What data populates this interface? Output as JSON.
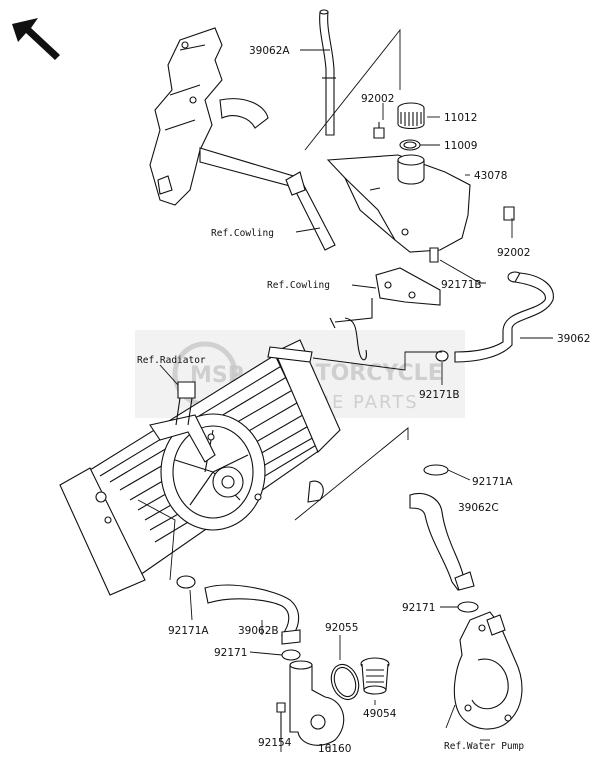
{
  "part_labels": {
    "p39062A": "39062A",
    "p92002a": "92002",
    "p11012": "11012",
    "p11009": "11009",
    "p43078": "43078",
    "p92002b": "92002",
    "p92171B_top": "92171B",
    "p39062": "39062",
    "p92171B_mid": "92171B",
    "p92171A_right": "92171A",
    "p39062C": "39062C",
    "p92171_right": "92171",
    "p92171A_left": "92171A",
    "p39062B": "39062B",
    "p92171_left": "92171",
    "p92055": "92055",
    "p49054": "49054",
    "p92154": "92154",
    "p16160": "16160"
  },
  "references": {
    "cowling_top": "Ref.Cowling",
    "cowling_mid": "Ref.Cowling",
    "radiator": "Ref.Radiator",
    "water_pump": "Ref.Water Pump"
  },
  "watermark": {
    "line1": "MOTORCYCLE",
    "line2": "SPARE PARTS",
    "logo": "MSP"
  },
  "icons": {
    "orientation_arrow": "arrow-up-left-icon"
  }
}
